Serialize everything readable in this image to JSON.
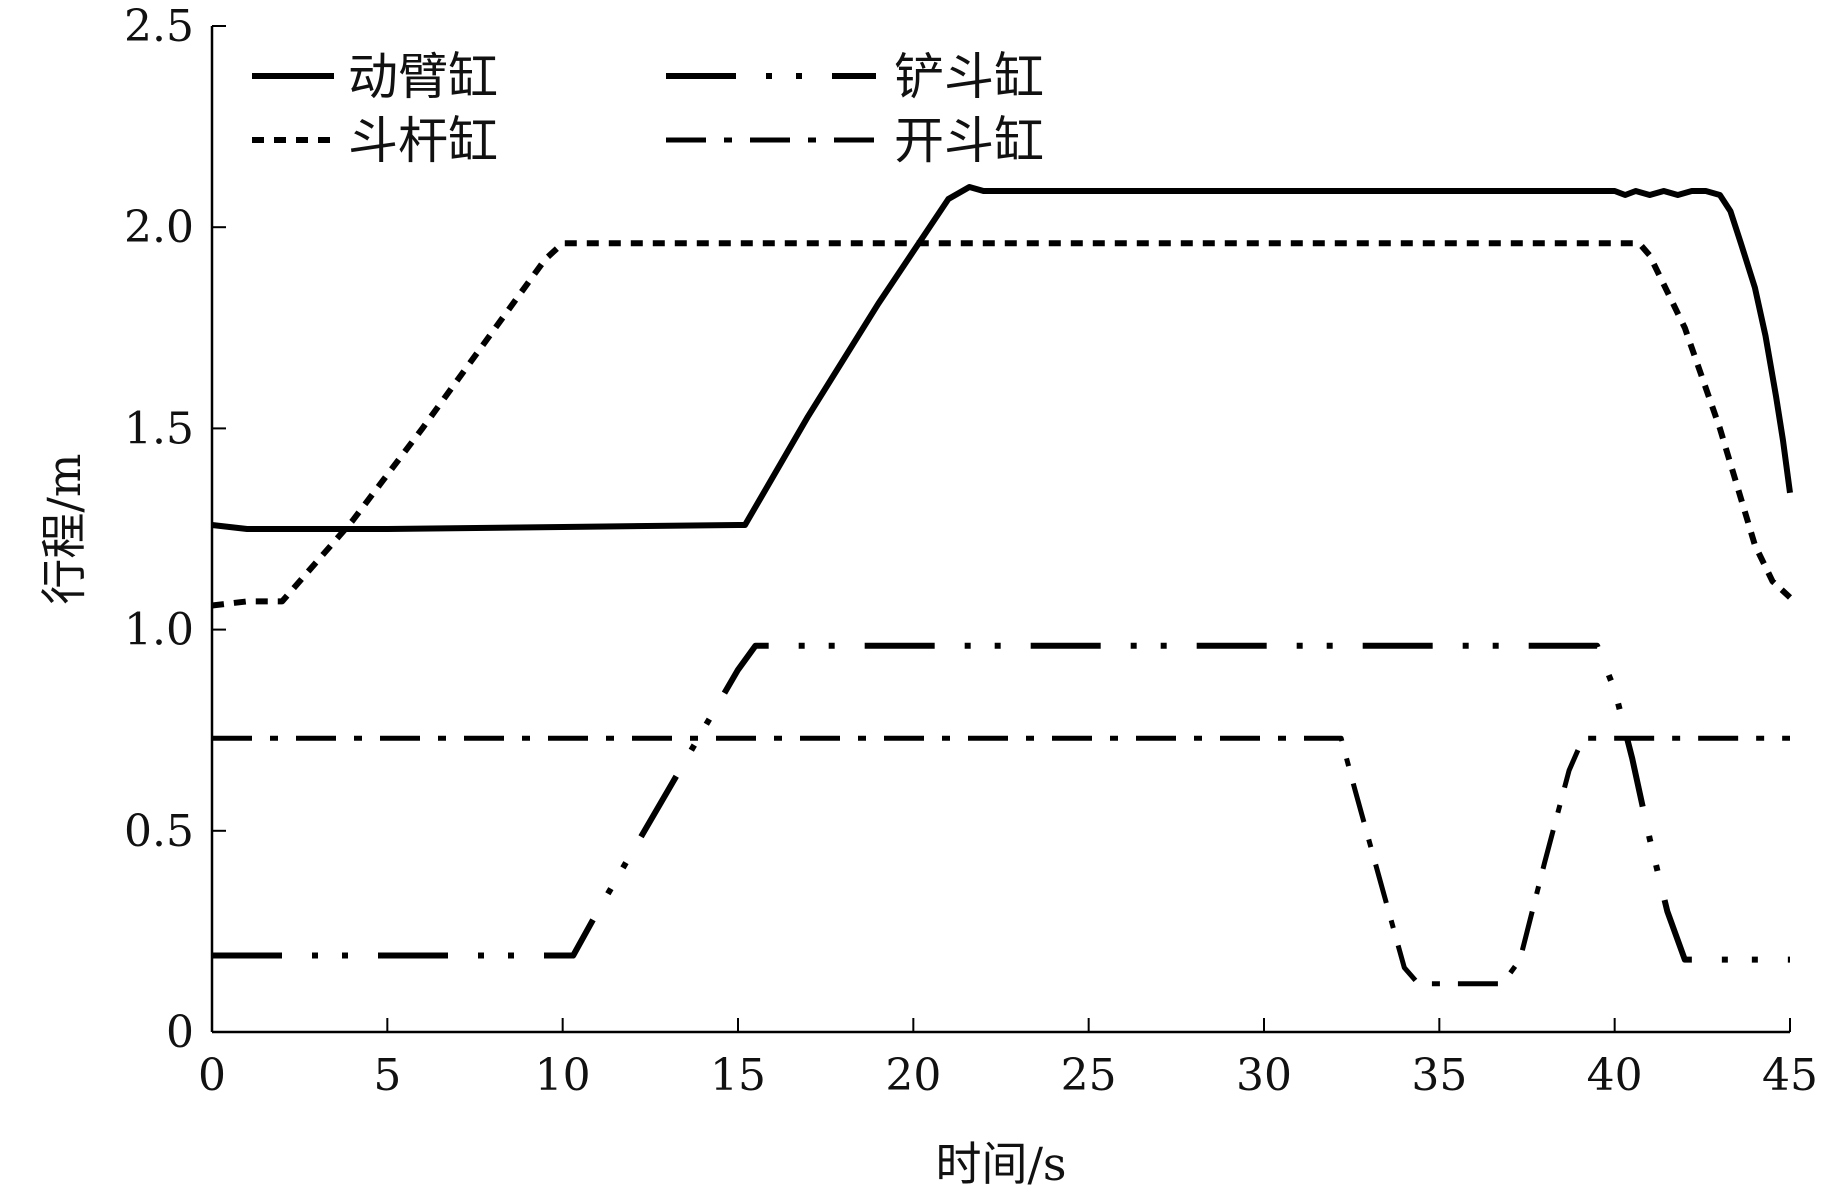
{
  "chart_data": {
    "type": "line",
    "title": "",
    "xlabel": "时间/s",
    "ylabel": "行程/m",
    "xlim": [
      0,
      45
    ],
    "ylim": [
      0,
      2.5
    ],
    "xticks": [
      0,
      5,
      10,
      15,
      20,
      25,
      30,
      35,
      40,
      45
    ],
    "xtick_labels": [
      "0",
      "5",
      "10",
      "15",
      "20",
      "25",
      "30",
      "35",
      "40",
      "45"
    ],
    "yticks": [
      0,
      0.5,
      1.0,
      1.5,
      2.0,
      2.5
    ],
    "ytick_labels": [
      "0",
      "0.5",
      "1.0",
      "1.5",
      "2.0",
      "2.5"
    ],
    "grid": false,
    "legend_position": "top-left",
    "series": [
      {
        "name": "动臂缸",
        "style": "solid",
        "color": "#000000",
        "x": [
          0,
          1,
          2,
          3,
          5,
          10,
          15,
          15.2,
          17,
          19,
          21,
          21.6,
          22,
          22.5,
          25,
          30,
          35,
          40,
          40.3,
          40.6,
          41,
          41.4,
          41.8,
          42.2,
          42.6,
          43,
          43.3,
          43.6,
          44,
          44.3,
          44.6,
          44.8,
          45
        ],
        "y": [
          1.26,
          1.25,
          1.25,
          1.25,
          1.25,
          1.255,
          1.26,
          1.26,
          1.53,
          1.81,
          2.07,
          2.1,
          2.09,
          2.09,
          2.09,
          2.09,
          2.09,
          2.09,
          2.08,
          2.09,
          2.08,
          2.09,
          2.08,
          2.09,
          2.09,
          2.08,
          2.04,
          1.96,
          1.85,
          1.73,
          1.58,
          1.47,
          1.34
        ]
      },
      {
        "name": "铲斗缸",
        "style": "dash-dot-dot",
        "color": "#000000",
        "x": [
          0,
          10.3,
          11,
          12,
          13,
          14,
          15,
          15.5,
          20,
          25,
          30,
          35,
          39.5,
          40,
          40.5,
          41,
          41.5,
          42,
          42.5,
          45
        ],
        "y": [
          0.19,
          0.19,
          0.3,
          0.45,
          0.6,
          0.75,
          0.9,
          0.96,
          0.96,
          0.96,
          0.96,
          0.96,
          0.96,
          0.85,
          0.68,
          0.48,
          0.3,
          0.18,
          0.18,
          0.18
        ]
      },
      {
        "name": "斗杆缸",
        "style": "dotted",
        "color": "#000000",
        "x": [
          0,
          1,
          2,
          4,
          6,
          8,
          9.5,
          10,
          15,
          20,
          25,
          30,
          35,
          40,
          40.7,
          41,
          42,
          43,
          44,
          44.5,
          45
        ],
        "y": [
          1.06,
          1.07,
          1.07,
          1.27,
          1.5,
          1.74,
          1.92,
          1.96,
          1.96,
          1.96,
          1.96,
          1.96,
          1.96,
          1.96,
          1.96,
          1.93,
          1.75,
          1.5,
          1.21,
          1.12,
          1.08
        ]
      },
      {
        "name": "开斗缸",
        "style": "dash-dot",
        "color": "#000000",
        "x": [
          0,
          10,
          20,
          30,
          32.2,
          32.6,
          33.3,
          34,
          34.4,
          35,
          36,
          36.8,
          37.3,
          38,
          38.7,
          39.1,
          40,
          45
        ],
        "y": [
          0.73,
          0.73,
          0.73,
          0.73,
          0.73,
          0.6,
          0.38,
          0.16,
          0.12,
          0.12,
          0.12,
          0.12,
          0.18,
          0.42,
          0.65,
          0.73,
          0.73,
          0.73
        ]
      }
    ]
  }
}
